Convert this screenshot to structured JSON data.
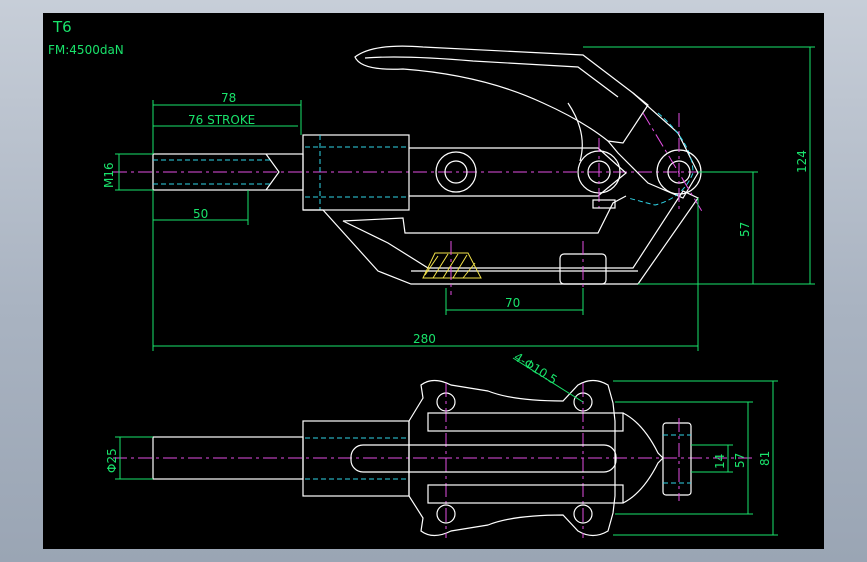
{
  "drawing": {
    "title": "T6",
    "force": "FM:4500daN"
  },
  "dimensions": {
    "d78": "78",
    "d76": "76 STROKE",
    "d50": "50",
    "dM16": "M16",
    "d280": "280",
    "d70": "70",
    "d57a": "57",
    "d124": "124",
    "d4phi": "4-Φ10.5",
    "d25": "Φ25",
    "d14": "14",
    "d57b": "57",
    "d81": "81"
  },
  "colors": {
    "background": "#000000",
    "geometry": "#ffffff",
    "dimension": "#19e36b",
    "centerline": "#e24ee2",
    "hidden": "#2fd3e6",
    "hatch": "#f2e24a"
  }
}
